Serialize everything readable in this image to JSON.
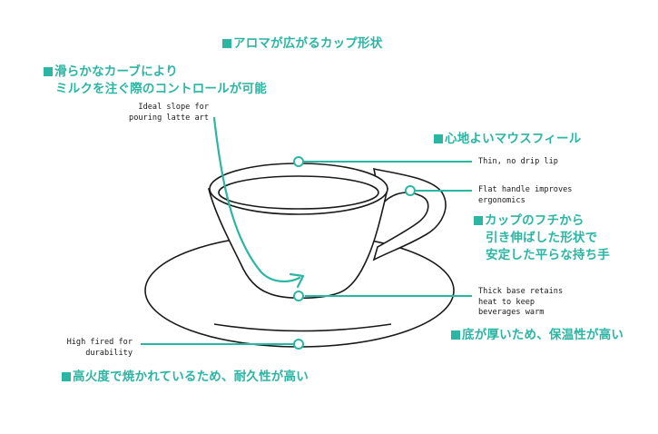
{
  "colors": {
    "accent": "#2bb5a3",
    "ink": "#1a1a1a",
    "background": "#ffffff"
  },
  "headings": {
    "aroma": "アロマが広がるカップ形状",
    "smooth_curve": [
      "滑らかなカーブにより",
      "ミルクを注ぐ際のコントロールが可能"
    ],
    "mouthfeel": "心地よいマウスフィール",
    "handle": [
      "カップのフチから",
      "引き伸ばした形状で",
      "安定した平らな持ち手"
    ],
    "base": "底が厚いため、保温性が高い",
    "fired": "高火度で焼かれているため、耐久性が高い"
  },
  "callouts": {
    "slope": [
      "Ideal slope for",
      "pouring latte art"
    ],
    "lip": [
      "Thin, no drip lip"
    ],
    "handle": [
      "Flat handle improves",
      "ergonomics"
    ],
    "base": [
      "Thick base retains",
      "heat to keep",
      "beverages warm"
    ],
    "fired": [
      "High fired for",
      "durability"
    ]
  }
}
